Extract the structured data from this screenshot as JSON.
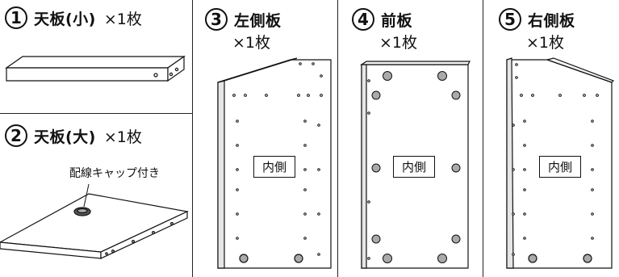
{
  "parts": [
    {
      "number": "1",
      "name": "天板(小)",
      "qty": "×1枚"
    },
    {
      "number": "2",
      "name": "天板(大)",
      "qty": "×1枚",
      "note": "配線キャップ付き"
    },
    {
      "number": "3",
      "name": "左側板",
      "qty": "×1枚",
      "inner": "内側"
    },
    {
      "number": "4",
      "name": "前板",
      "qty": "×1枚",
      "inner": "内側"
    },
    {
      "number": "5",
      "name": "右側板",
      "qty": "×1枚",
      "inner": "内側"
    }
  ]
}
